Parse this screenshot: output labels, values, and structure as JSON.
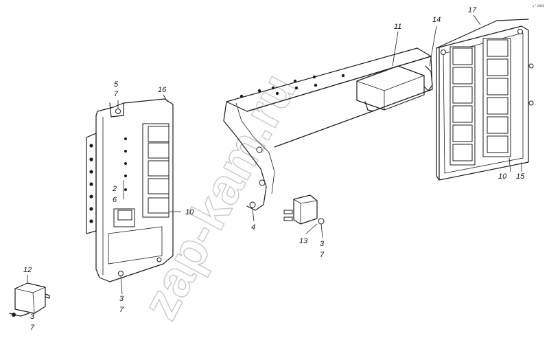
{
  "watermark": "zap-kam.ru",
  "corner_mark": "y’° 0000",
  "labels": {
    "l5": "5",
    "l7a": "7",
    "l16": "16",
    "l2": "2",
    "l6": "6",
    "l10a": "10",
    "l3a": "3",
    "l7b": "7",
    "l12": "12",
    "l3b": "3",
    "l7c": "7",
    "l4": "4",
    "l13": "13",
    "l3c": "3",
    "l7d": "7",
    "l11": "11",
    "l14": "14",
    "l17": "17",
    "l10b": "10",
    "l15": "15"
  }
}
